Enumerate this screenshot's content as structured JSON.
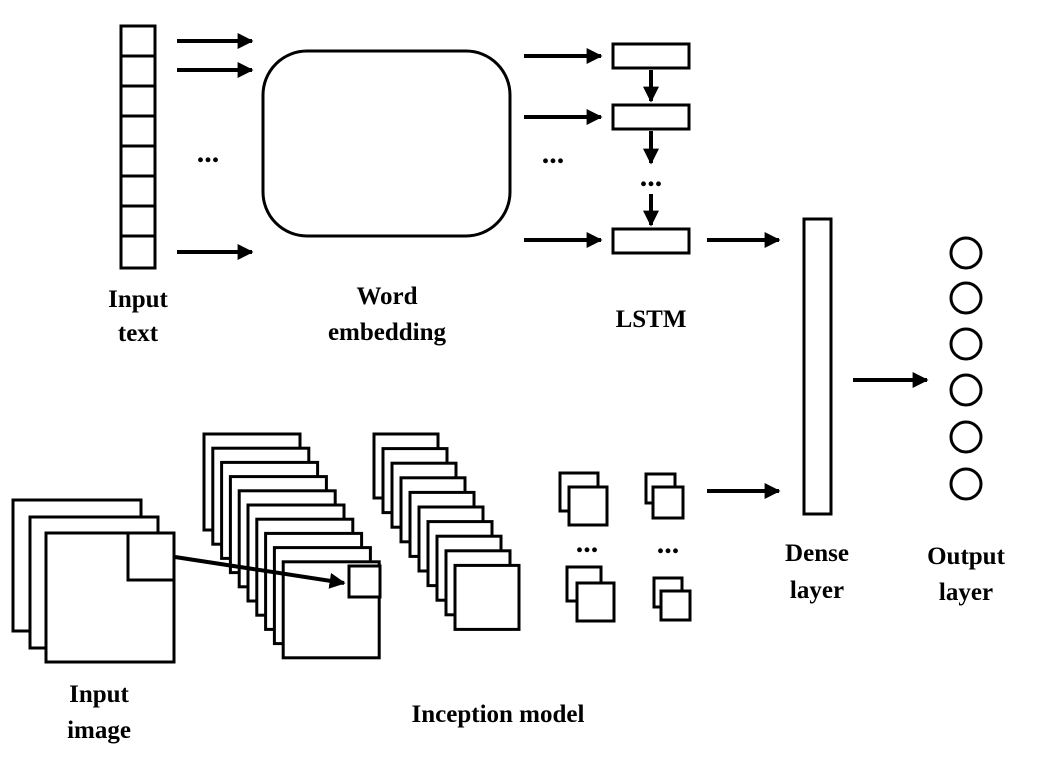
{
  "labels": {
    "input_text_line1": "Input",
    "input_text_line2": "text",
    "word_embedding_line1": "Word",
    "word_embedding_line2": "embedding",
    "lstm": "LSTM",
    "dense_line1": "Dense",
    "dense_line2": "layer",
    "output_line1": "Output",
    "output_line2": "layer",
    "input_image_line1": "Input",
    "input_image_line2": "image",
    "inception": "Inception model"
  },
  "ellipsis": "...",
  "colors": {
    "stroke": "#000000",
    "background": "#ffffff"
  }
}
